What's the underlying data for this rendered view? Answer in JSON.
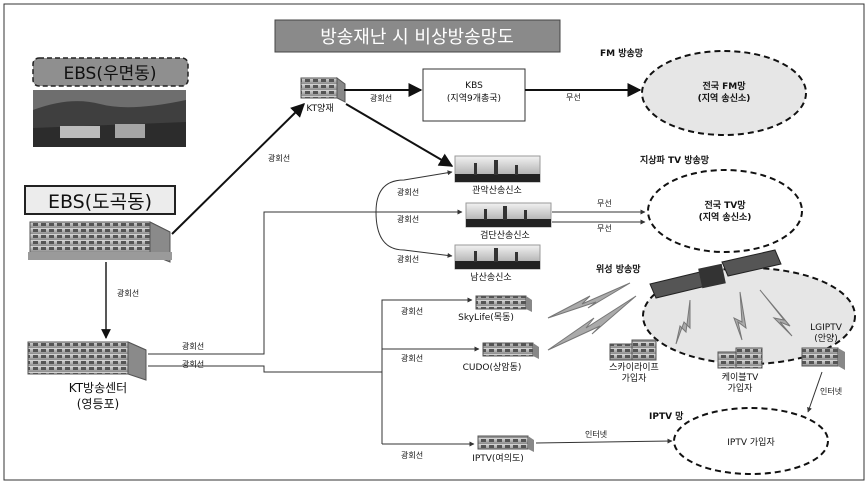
{
  "title": "방송재난 시 비상방송망도",
  "sources": {
    "ebs_umyeon": "EBS(우면동)",
    "ebs_dogok": "EBS(도곡동)"
  },
  "nodes": {
    "kt_yangjae": "KT양재",
    "kbs_line1": "KBS",
    "kbs_line2": "(지역9개총국)",
    "kt_center_line1": "KT방송센터",
    "kt_center_line2": "(영등포)",
    "gwanak": "관악산송신소",
    "geomdan": "검단산송신소",
    "namsan": "남산송신소",
    "skylife": "SkyLife(목동)",
    "cudo": "CUDO(상암동)",
    "iptv_yeouido": "IPTV(여의도)",
    "lg_iptv_line1": "LGIPTV",
    "lg_iptv_line2": "(안양)",
    "skylife_sub_line1": "스카이라이프",
    "skylife_sub_line2": "가입자",
    "cable_sub_line1": "케이블TV",
    "cable_sub_line2": "가입자"
  },
  "sections": {
    "fm": "FM 방송망",
    "terrestrial": "지상파 TV 방송망",
    "satellite": "위성 방송망",
    "iptv": "IPTV 망"
  },
  "ellipses": {
    "fm_line1": "전국 FM망",
    "fm_line2": "(지역 송신소)",
    "tv_line1": "전국 TV망",
    "tv_line2": "(지역 송신소)",
    "iptv": "IPTV 가입자"
  },
  "links": {
    "fiber": "광회선",
    "wireless": "무선",
    "internet": "인터넷"
  }
}
